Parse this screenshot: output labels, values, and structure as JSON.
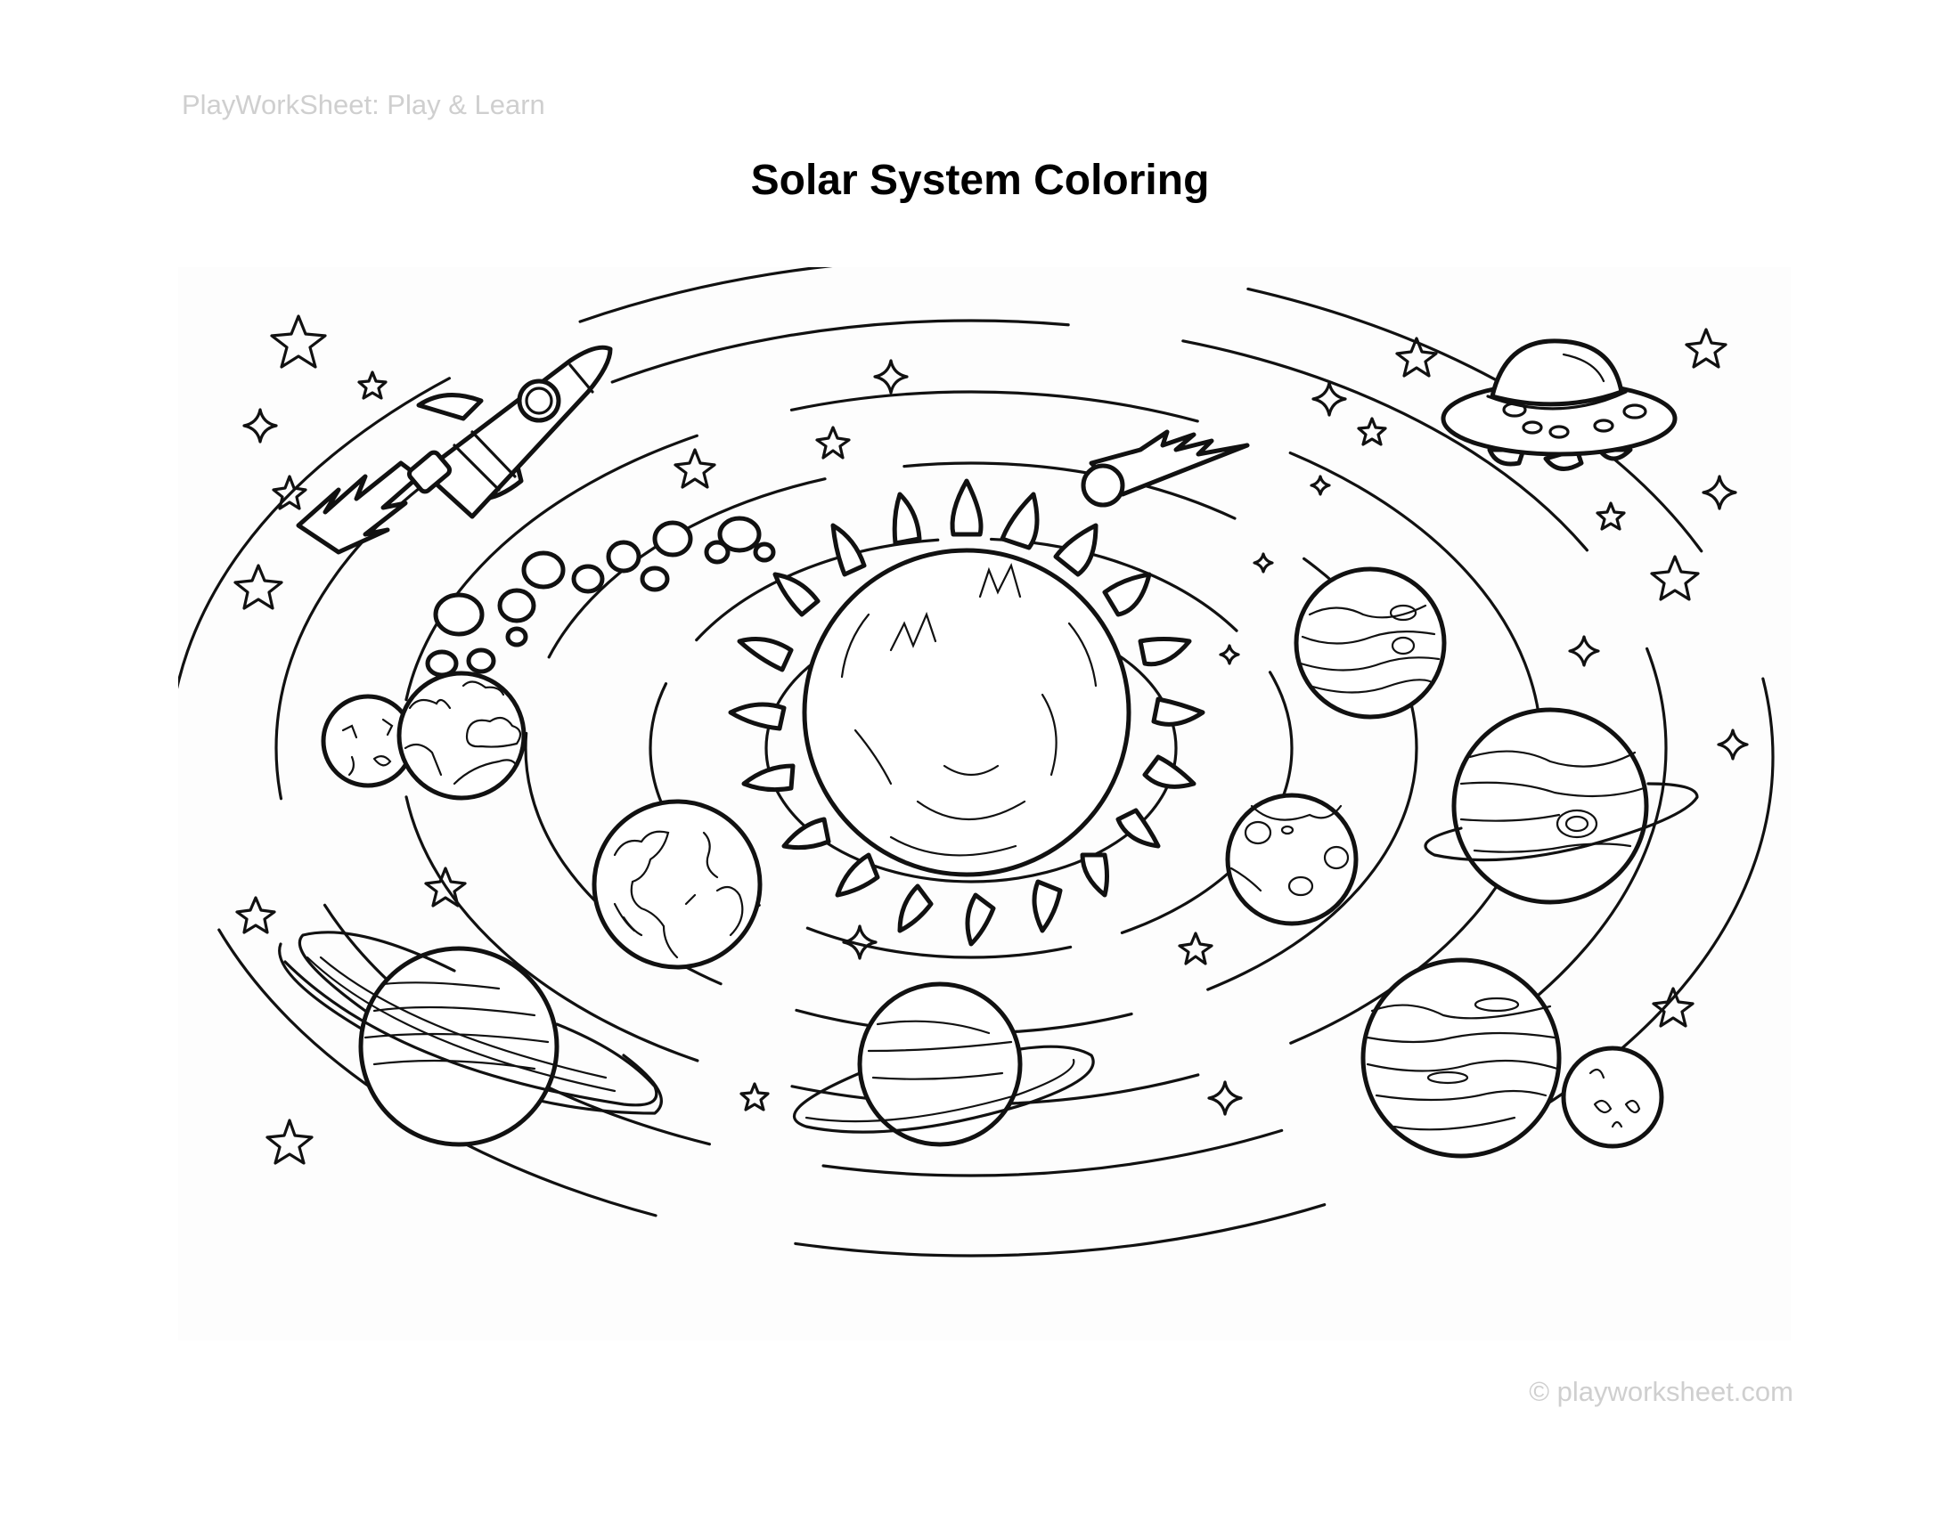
{
  "header": {
    "brand": "PlayWorkSheet: Play & Learn",
    "title": "Solar System Coloring"
  },
  "footer": {
    "copyright": "© playworksheet.com"
  },
  "illustration": {
    "subject": "solar system coloring page",
    "style": "black line art on white",
    "line_color": "#111111",
    "background": "#ffffff",
    "elements": [
      {
        "name": "sun",
        "icon": "sun-icon"
      },
      {
        "name": "rocket",
        "icon": "rocket-icon"
      },
      {
        "name": "ufo",
        "icon": "ufo-icon"
      },
      {
        "name": "comet",
        "icon": "comet-icon"
      },
      {
        "name": "asteroid belt",
        "icon": "asteroid-icon"
      },
      {
        "name": "earth",
        "icon": "earth-icon"
      },
      {
        "name": "cloudy planet",
        "icon": "planet-icon"
      },
      {
        "name": "small moon",
        "icon": "moon-icon"
      },
      {
        "name": "saturn",
        "icon": "ringed-planet-icon"
      },
      {
        "name": "small ringed planet",
        "icon": "ringed-planet-icon"
      },
      {
        "name": "jupiter",
        "icon": "planet-icon"
      },
      {
        "name": "big ringed planet",
        "icon": "ringed-planet-icon"
      },
      {
        "name": "banded planet",
        "icon": "planet-icon"
      },
      {
        "name": "cratered moon",
        "icon": "moon-icon"
      },
      {
        "name": "pluto",
        "icon": "moon-icon"
      },
      {
        "name": "stars",
        "icon": "star-icon"
      }
    ]
  }
}
